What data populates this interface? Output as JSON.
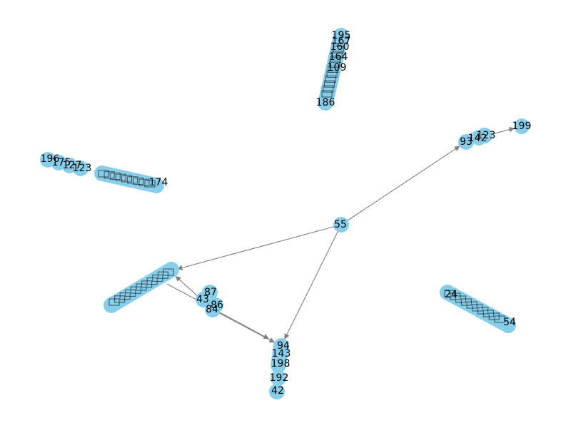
{
  "colors": {
    "node": "#87ceeb",
    "edge": "#808080",
    "label": "#000000",
    "background": "#ffffff"
  },
  "graph": {
    "type": "directed",
    "visible_labels": [
      "195",
      "167",
      "160",
      "164",
      "109",
      "186",
      "199",
      "123",
      "142",
      "93",
      "196",
      "175",
      "127",
      "123",
      "174",
      "94",
      "143",
      "198",
      "192",
      "42",
      "87",
      "43",
      "86",
      "84",
      "55",
      "24",
      "54"
    ],
    "edges": [
      {
        "from": "84",
        "to": "93"
      },
      {
        "from": "84",
        "to": "94"
      },
      {
        "from": "84",
        "to": "cluster-left"
      },
      {
        "from": "142",
        "to": "199"
      },
      {
        "from": "86",
        "to": "94"
      },
      {
        "from": "86",
        "to": "cluster-left"
      }
    ]
  }
}
